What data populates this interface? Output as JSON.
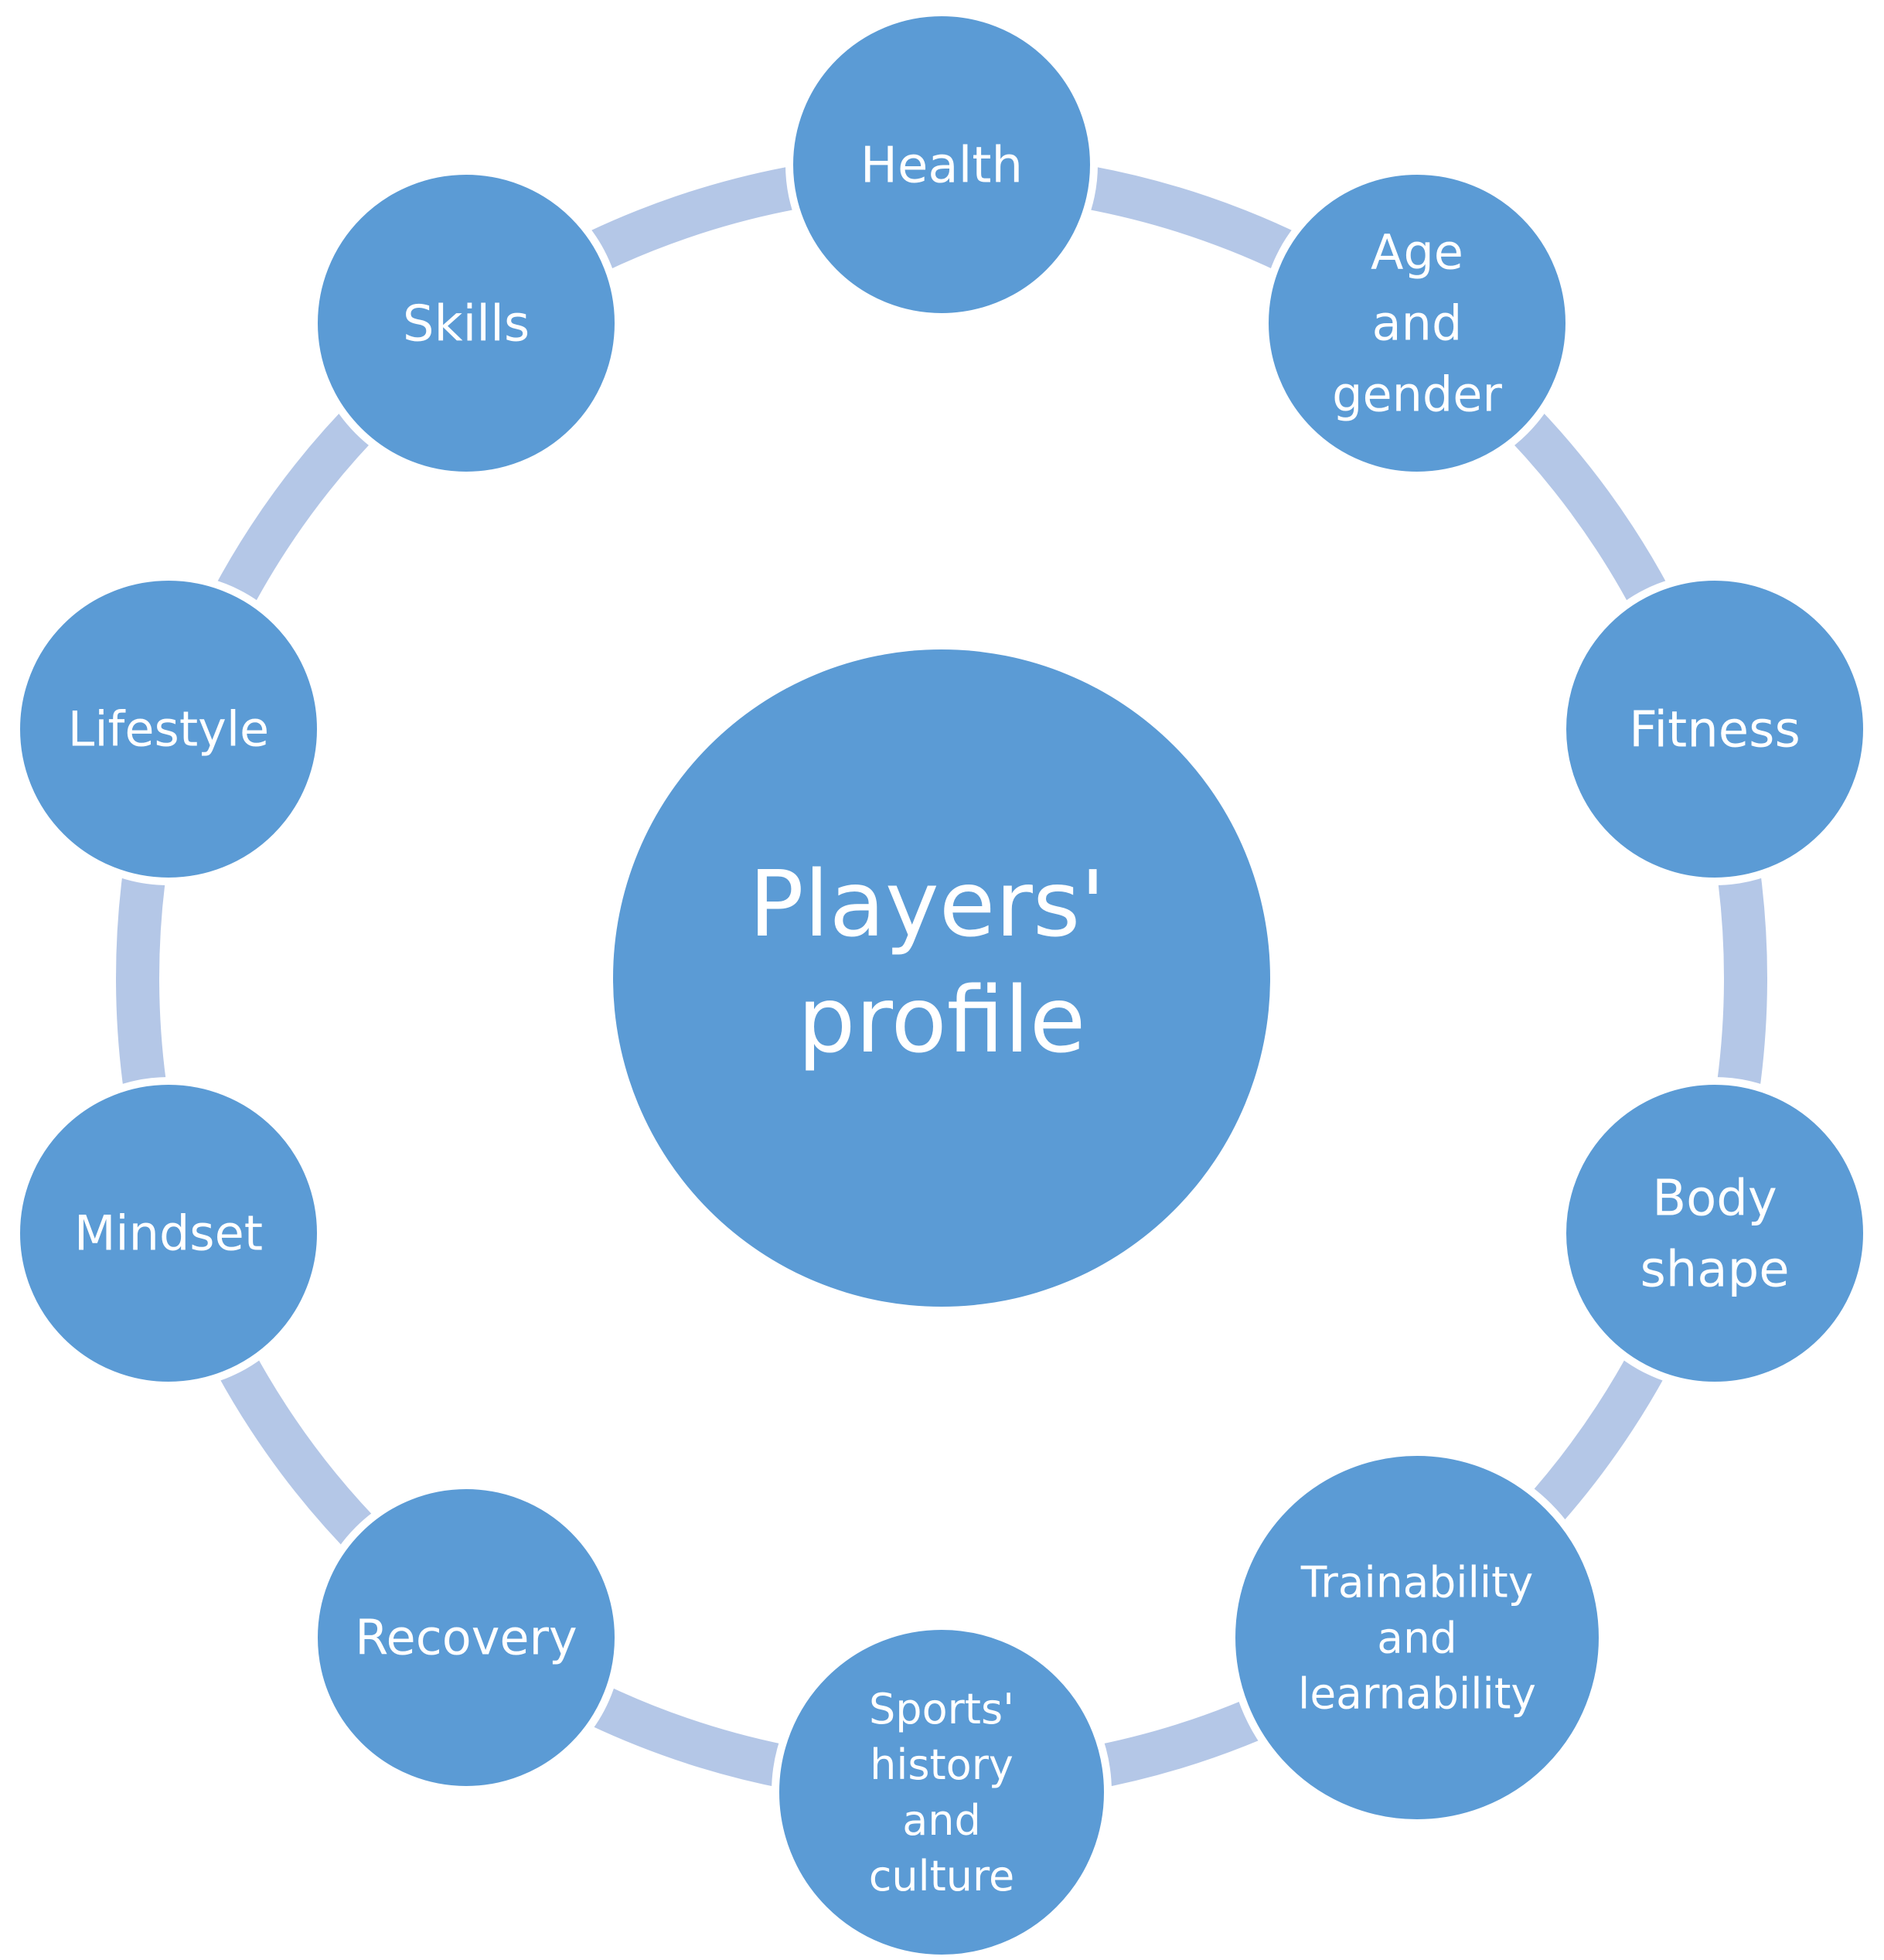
{
  "colors": {
    "node_fill": "#5b9bd5",
    "node_stroke": "#ffffff",
    "ring": "#b4c7e7",
    "text": "#ffffff",
    "background": "#ffffff"
  },
  "center": {
    "label_lines": [
      "Players'",
      "profile"
    ]
  },
  "nodes": [
    {
      "id": "health",
      "label_lines": [
        "Health"
      ]
    },
    {
      "id": "age-and-gender",
      "label_lines": [
        "Age",
        "and",
        "gender"
      ]
    },
    {
      "id": "fitness",
      "label_lines": [
        "Fitness"
      ]
    },
    {
      "id": "body-shape",
      "label_lines": [
        "Body",
        "shape"
      ]
    },
    {
      "id": "trainability-and-learnability",
      "label_lines": [
        "Trainability",
        "and",
        "learnability"
      ]
    },
    {
      "id": "sports-history-and-culture",
      "label_lines": [
        "Sports'",
        "history",
        "and",
        "culture"
      ]
    },
    {
      "id": "recovery",
      "label_lines": [
        "Recovery"
      ]
    },
    {
      "id": "mindset",
      "label_lines": [
        "Mindset"
      ]
    },
    {
      "id": "lifestyle",
      "label_lines": [
        "Lifestyle"
      ]
    },
    {
      "id": "skills",
      "label_lines": [
        "Skills"
      ]
    }
  ]
}
